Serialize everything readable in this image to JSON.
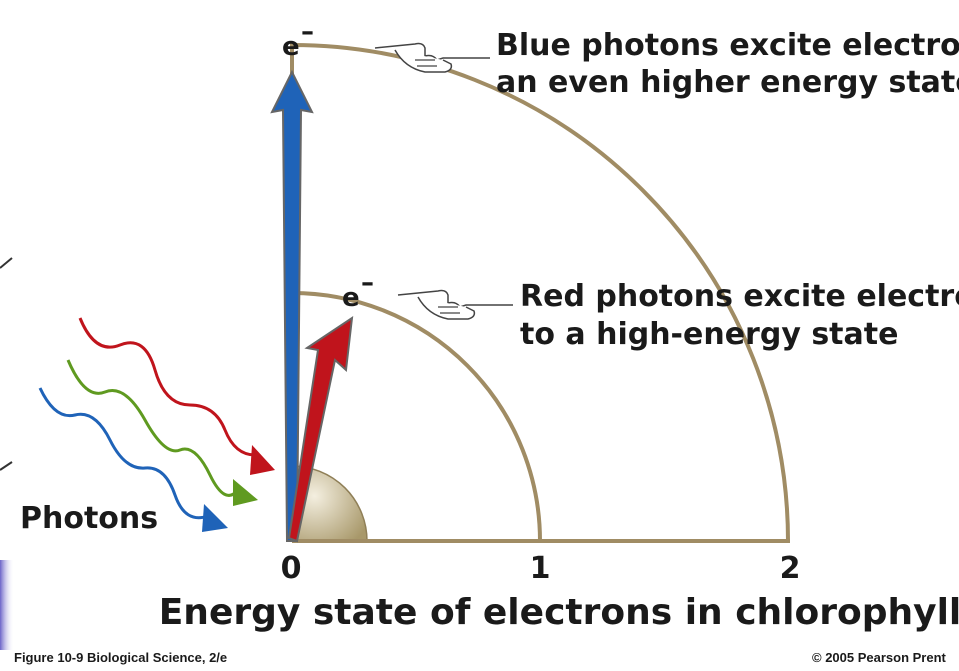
{
  "labels": {
    "electron_top": "e",
    "electron_top_sup": "–",
    "electron_mid": "e",
    "electron_mid_sup": "–",
    "blue_caption_line1": "Blue photons excite electro",
    "blue_caption_line2": "an even higher energy state",
    "red_caption_line1": "Red photons excite electro",
    "red_caption_line2": "to a high-energy state",
    "photons": "Photons",
    "tick_0": "0",
    "tick_1": "1",
    "tick_2": "2",
    "axis_title": "Energy state of electrons in chlorophyll",
    "figure_caption": "Figure 10-9  Biological Science, 2/e",
    "copyright": "© 2005 Pearson Prent"
  },
  "colors": {
    "arc": "#a08c64",
    "blue": "#1f63b8",
    "red": "#c0141c",
    "green": "#5f9a20",
    "ground_dome": "#b8ab85",
    "axis": "#9a8b68",
    "text": "#1a1a1a",
    "left_edge": "#6c63c8"
  },
  "icons": [
    "pointing-hand-icon",
    "wavy-photon-arrow-icon"
  ]
}
